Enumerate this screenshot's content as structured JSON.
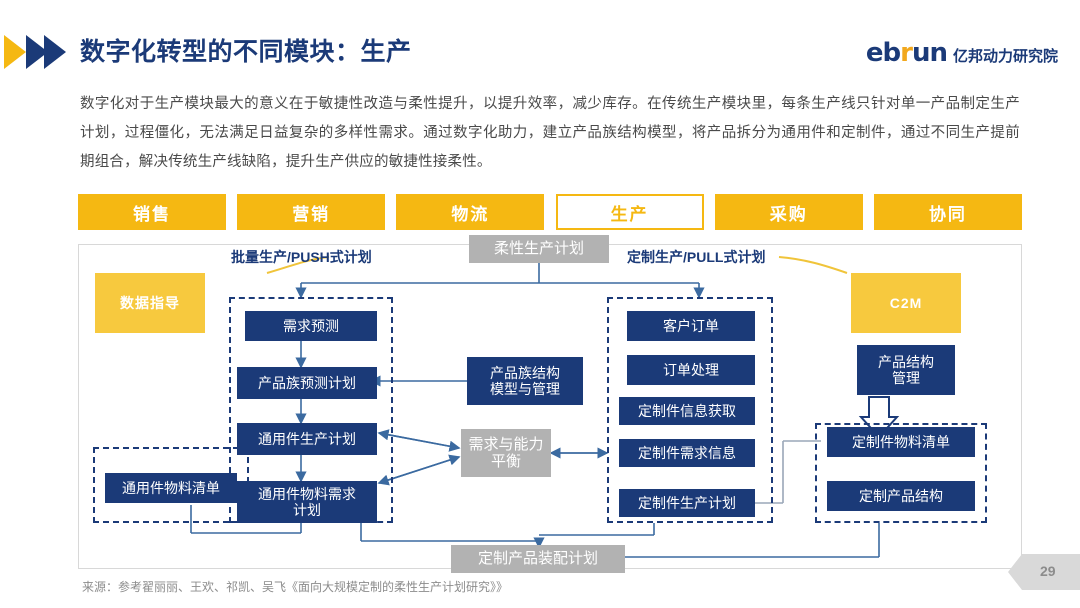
{
  "header": {
    "title": "数字化转型的不同模块：生产",
    "logo_en_part1": "eb",
    "logo_en_r": "r",
    "logo_en_part2": "un",
    "logo_cn": "亿邦动力研究院",
    "arrow_icon": "double-chevron-right-icon",
    "accent_yellow": "#f5b812",
    "accent_navy": "#1b3a78"
  },
  "paragraph": {
    "text": "数字化对于生产模块最大的意义在于敏捷性改造与柔性提升，以提升效率，减少库存。在传统生产模块里，每条生产线只针对单一产品制定生产计划，过程僵化，无法满足日益复杂的多样性需求。通过数字化助力，建立产品族结构模型，将产品拆分为通用件和定制件，通过不同生产提前期组合，解决传统生产线缺陷，提升生产供应的敏捷性接柔性。"
  },
  "tabs": [
    {
      "label": "销售",
      "active": false
    },
    {
      "label": "营销",
      "active": false
    },
    {
      "label": "物流",
      "active": false
    },
    {
      "label": "生产",
      "active": true
    },
    {
      "label": "采购",
      "active": false
    },
    {
      "label": "协同",
      "active": false
    }
  ],
  "diagram": {
    "top_gray_label": "柔性生产计划",
    "bottom_gray_label": "定制产品装配计划",
    "center_gray_label": "需求与能力\n平衡",
    "group_labels": {
      "push": "批量生产/PUSH式计划",
      "pull": "定制生产/PULL式计划"
    },
    "yellow_boxes": [
      {
        "label": "数据指导"
      },
      {
        "label": "C2M"
      }
    ],
    "push_chain": [
      "需求预测",
      "产品族预测计划",
      "通用件生产计划",
      "通用件物料需求\n计划"
    ],
    "pull_chain": [
      "客户订单",
      "订单处理",
      "定制件信息获取",
      "定制件需求信息",
      "定制件生产计划"
    ],
    "middle_box": "产品族结构\n模型与管理",
    "right_box": "产品结构\n管理",
    "left_bom": "通用件物料清单",
    "right_bom": [
      "定制件物料清单",
      "定制产品结构"
    ],
    "colors": {
      "blue": "#1b3a78",
      "gray": "#b2b2b2",
      "yellow": "#f7c93e",
      "connector": "#3b6aa0"
    }
  },
  "footer": {
    "source": "来源：参考翟丽丽、王欢、祁凯、吴飞《面向大规模定制的柔性生产计划研究》》",
    "page_number": "29"
  }
}
